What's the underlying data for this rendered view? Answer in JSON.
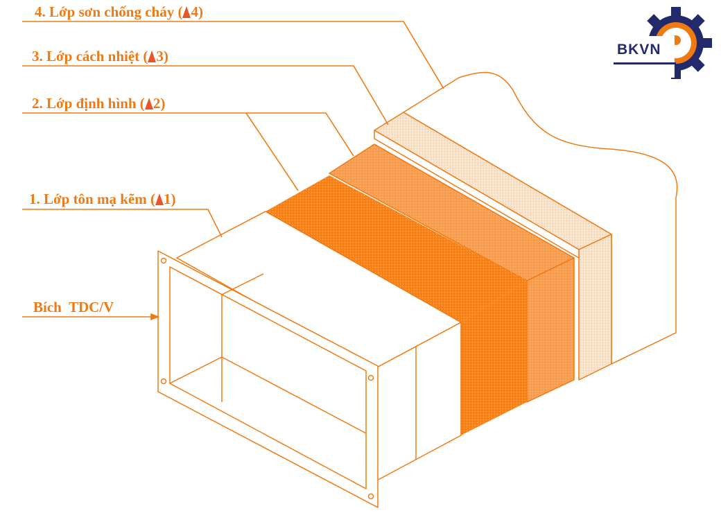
{
  "labels": {
    "layer4": {
      "text": "4. Lớp sơn chống cháy (",
      "num": "4)"
    },
    "layer3": {
      "text": "3. Lớp cách nhiệt (",
      "num": "3)"
    },
    "layer2": {
      "text": "2. Lớp định hình (",
      "num": "2)"
    },
    "layer1": {
      "text": "1. Lớp tôn mạ kẽm (",
      "num": "1)"
    },
    "flange": "Bích  TDC/V"
  },
  "logo": {
    "text": "BKVN"
  },
  "colors": {
    "orange": "#f07a12",
    "navy": "#232a6b",
    "layer2": "#f58a1e",
    "layer3": "#f6a45a",
    "layer4": "#f8dcc0"
  }
}
